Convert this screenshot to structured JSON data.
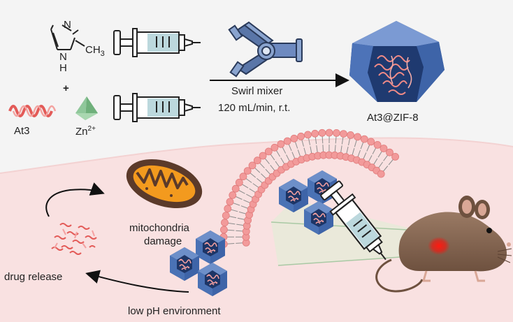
{
  "reagents": {
    "methyl_group": "CH",
    "methyl_subscript": "3",
    "nitrogen_top": "N",
    "nitrogen_bottom": "N",
    "hydrogen": "H",
    "plus": "+",
    "peptide": "At3",
    "zinc": "Zn",
    "zinc_charge": "2+"
  },
  "process": {
    "mixer": "Swirl mixer",
    "conditions": "120 mL/min, r.t."
  },
  "product": "At3@ZIF-8",
  "cell_events": {
    "mitochondria_line1": "mitochondria",
    "mitochondria_line2": "damage",
    "release": "drug release",
    "environment": "low pH environment"
  },
  "colors": {
    "background_top": "#f4f4f4",
    "cell_pink": "#f9e1e1",
    "membrane_pink": "#f29a9a",
    "mof_blue": "#3e64a8",
    "peptide_red": "#e35b58",
    "syringe_fluid": "#bcd8dd",
    "mouse_brown": "#8b6a55",
    "tumor_red": "#e0241a",
    "mitochondria_orange": "#f39a1e"
  }
}
